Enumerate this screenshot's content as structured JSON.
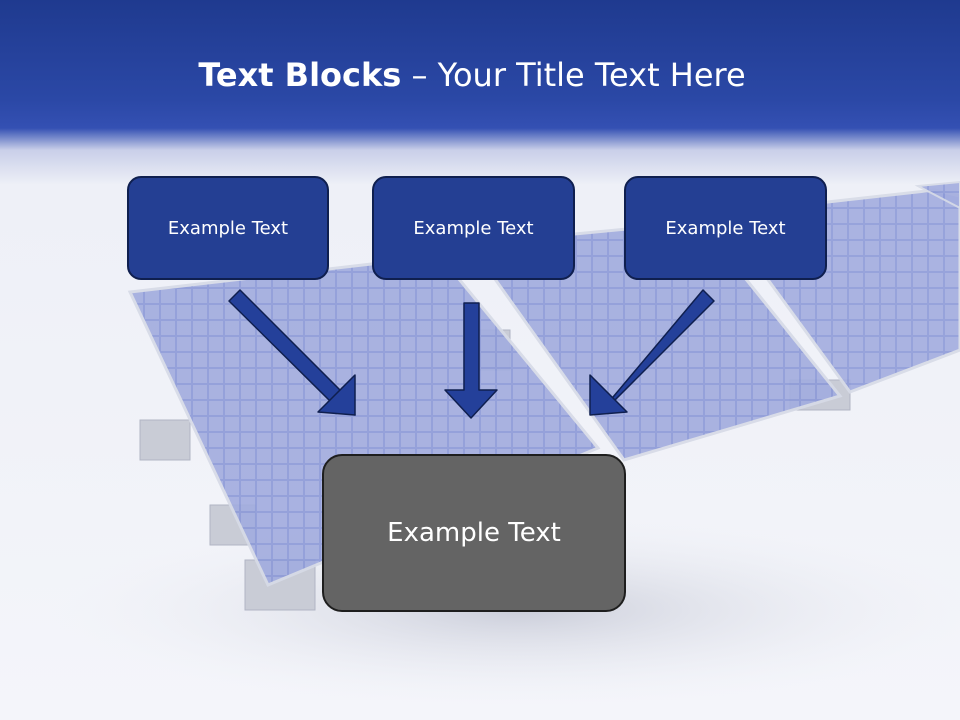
{
  "title": {
    "bold": "Text Blocks",
    "separator": " – ",
    "rest": "Your Title Text Here"
  },
  "blocks": [
    {
      "label": "Example Text"
    },
    {
      "label": "Example Text"
    },
    {
      "label": "Example Text"
    }
  ],
  "result_block": {
    "label": "Example Text"
  },
  "colors": {
    "header": "#2b48a6",
    "block_fill": "#243f93",
    "block_border": "#0f1f4f",
    "result_fill": "#646464",
    "arrow": "#24409a",
    "panel": "#8d99d6"
  },
  "icons": {
    "arrows": [
      "arrow-down-right",
      "arrow-down",
      "arrow-down-left"
    ],
    "background": "solar-panel-array-image"
  }
}
